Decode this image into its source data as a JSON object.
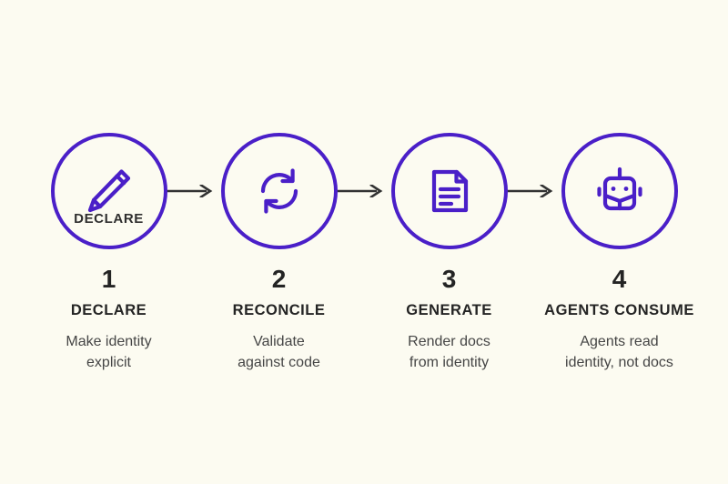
{
  "diagram": {
    "background_color": "#fcfbf1",
    "accent_color": "#4a1fc8",
    "text_color": "#242424",
    "muted_text_color": "#454545",
    "arrow_color": "#333333",
    "steps": [
      {
        "number": "1",
        "title": "DECLARE",
        "description": "Make identity\nexplicit",
        "icon": "pencil-icon",
        "inner_label": "DECLARE"
      },
      {
        "number": "2",
        "title": "RECONCILE",
        "description": "Validate\nagainst code",
        "icon": "sync-arrows-icon",
        "inner_label": ""
      },
      {
        "number": "3",
        "title": "GENERATE",
        "description": "Render docs\nfrom identity",
        "icon": "document-icon",
        "inner_label": ""
      },
      {
        "number": "4",
        "title": "AGENTS CONSUME",
        "description": "Agents read\nidentity, not docs",
        "icon": "robot-icon",
        "inner_label": ""
      }
    ],
    "connectors": [
      {
        "name": "arrow-right-icon"
      },
      {
        "name": "arrow-right-icon"
      },
      {
        "name": "arrow-right-icon"
      }
    ]
  }
}
